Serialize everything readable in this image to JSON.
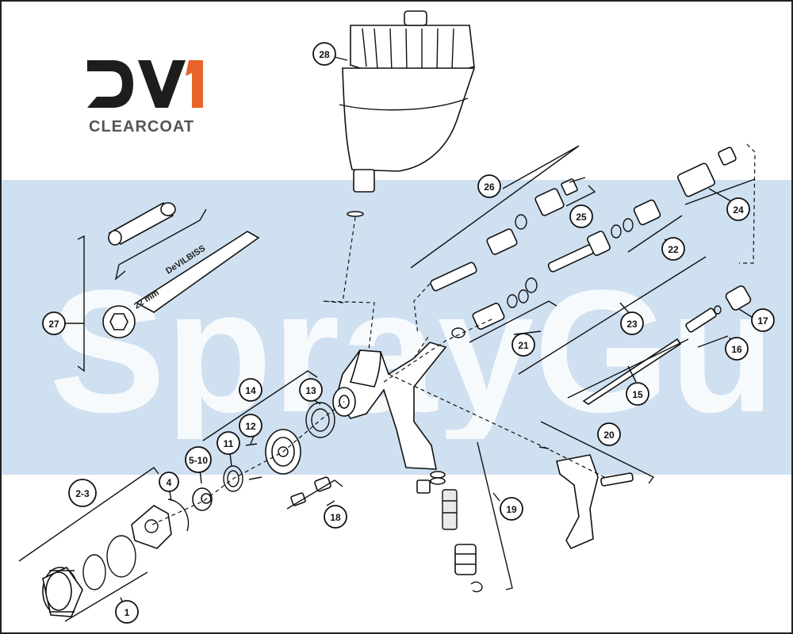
{
  "brand": {
    "logo_text": "DV1",
    "logo_subtitle": "CLEARCOAT",
    "logo_colors": {
      "dark": "#1d1d1b",
      "accent": "#e8632b"
    }
  },
  "watermark": {
    "text": "SprayGunsDirect"
  },
  "wrench_engraving": {
    "brand": "DeVILBISS",
    "size": "22 mm"
  },
  "callouts": [
    {
      "id": "c28",
      "label": "28"
    },
    {
      "id": "c26",
      "label": "26"
    },
    {
      "id": "c25",
      "label": "25"
    },
    {
      "id": "c24",
      "label": "24"
    },
    {
      "id": "c22",
      "label": "22"
    },
    {
      "id": "c23",
      "label": "23"
    },
    {
      "id": "c21",
      "label": "21"
    },
    {
      "id": "c17",
      "label": "17"
    },
    {
      "id": "c16",
      "label": "16"
    },
    {
      "id": "c15",
      "label": "15"
    },
    {
      "id": "c27",
      "label": "27"
    },
    {
      "id": "c14",
      "label": "14"
    },
    {
      "id": "c13",
      "label": "13"
    },
    {
      "id": "c12",
      "label": "12"
    },
    {
      "id": "c11",
      "label": "11"
    },
    {
      "id": "c5-10",
      "label": "5-10"
    },
    {
      "id": "c4",
      "label": "4"
    },
    {
      "id": "c2-3",
      "label": "2-3"
    },
    {
      "id": "c18",
      "label": "18"
    },
    {
      "id": "c19",
      "label": "19"
    },
    {
      "id": "c20",
      "label": "20"
    },
    {
      "id": "c1",
      "label": "1"
    }
  ]
}
